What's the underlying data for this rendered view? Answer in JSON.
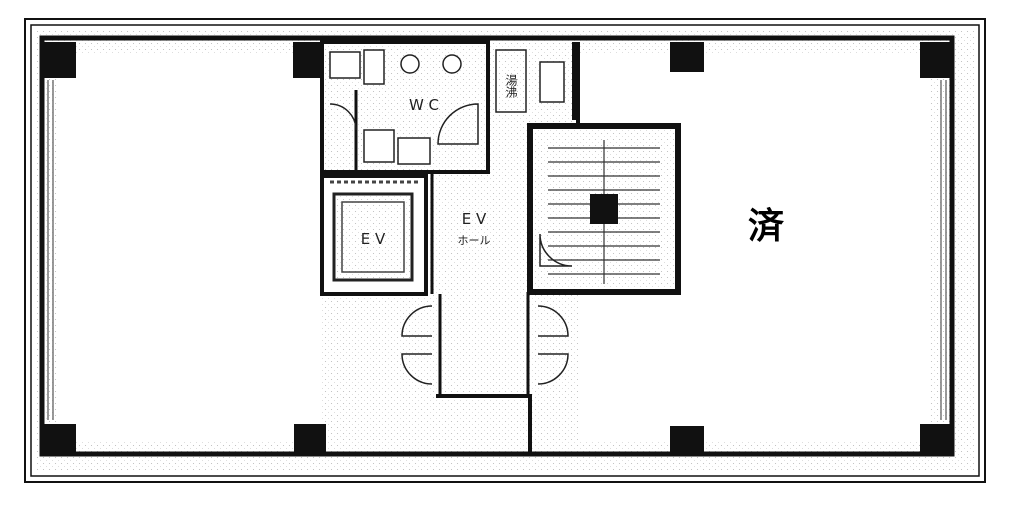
{
  "labels": {
    "wc": "W C",
    "ev": "E V",
    "ev_hall_top": "E V",
    "ev_hall_bottom": "ホール",
    "kitchen": "湯沸",
    "status": "済"
  }
}
